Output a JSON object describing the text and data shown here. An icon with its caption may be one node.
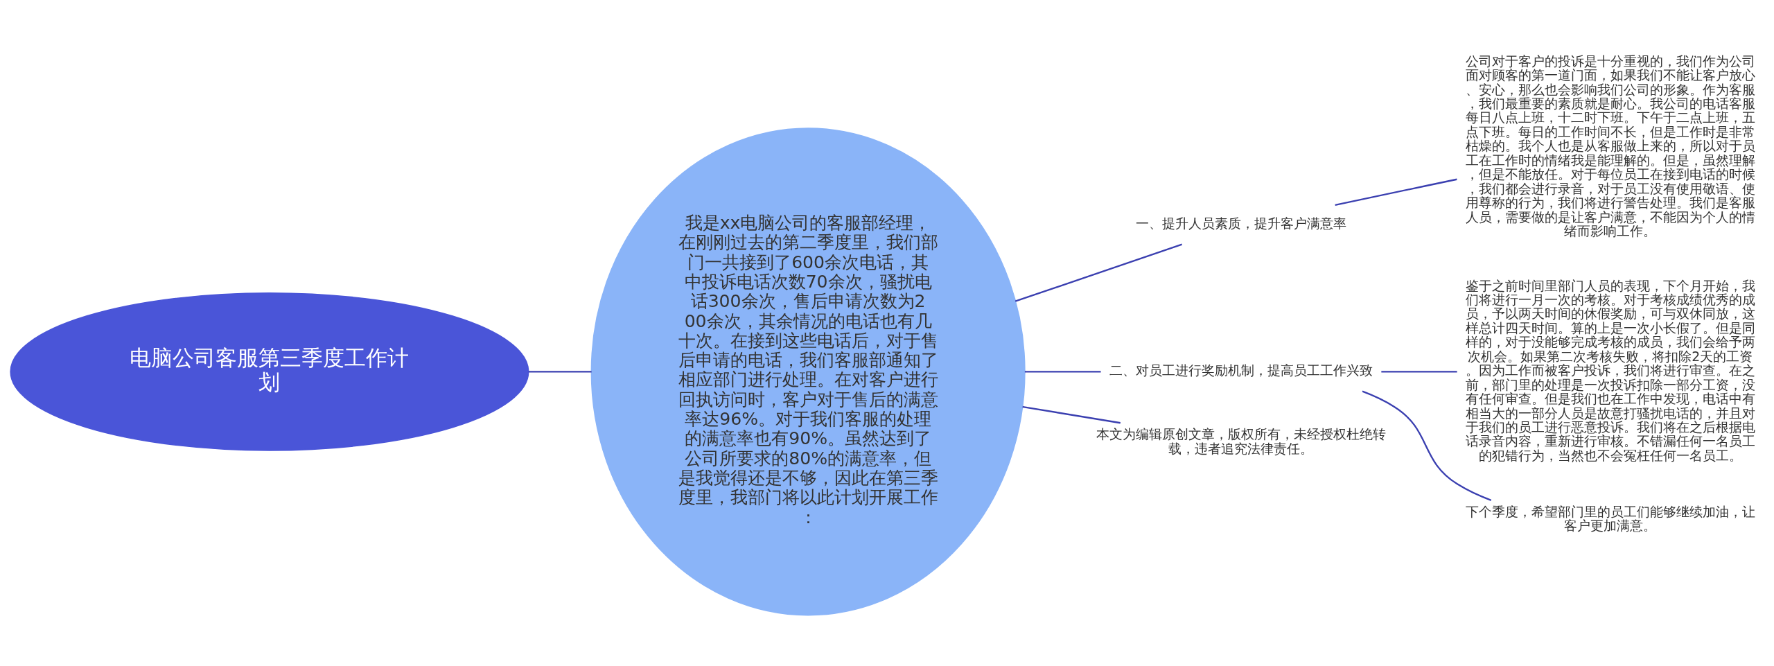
{
  "diagram": {
    "nodes": [
      {
        "text": [
          "电脑公司客服第三季度工作计划"
        ]
      },
      {
        "text": [
          "我是xx电脑公司的客服部经理，在刚刚过去的第二季度里，我们部门一共接到了600余次电话，其中投诉电话次数70余次，骚扰电话300余次，售后申请次数为200余次，其余情况的电话也有几十次。在接到这些电话后，对于售后申请的电话，我们客服部通知了相应部门进行处理。在对客户进行回执访问时，客户对于售后的满意率达96%。对于我们客服的处理的满意率也有90%。虽然达到了公司所要求的80%的满意率，但是我觉得还是不够，因此在第三季度里，我部门将以此计划开展工作："
        ]
      },
      {
        "text": [
          "一、提升人员素质，提升客户满意率"
        ]
      },
      {
        "text": [
          "公司对于客户的投诉是十分重视的，我们作为公司面对顾客的第一道门面，如果我们不能让客户放心、安心，那么也会影响我们公司的形象。作为客服，我们最重要的素质就是耐心。我公司的电话客服每日八点上班，十二时下班。下午于二点上班，五点下班。每日的工作时间不长，但是工作时是非常枯燥的。我个人也是从客服做上来的，所以对于员工在工作时的情绪我是能理解的。但是，虽然理解，但是不能放任。对于每位员工在接到电话的时候，我们都会进行录音，对于员工没有使用敬语、使用尊称的行为，我们将进行警告处理。我们是客服人员，需要做的是让客户满意，不能因为个人的情绪而影响工作。"
        ]
      },
      {
        "text": [
          "二、对员工进行奖励机制，提高员工工作兴致"
        ]
      },
      {
        "text": [
          "鉴于之前时间里部门人员的表现，下个月开始，我们将进行一月一次的考核。对于考核成绩优秀的成员，予以两天时间的休假奖励，可与双休同放，这样总计四天时间。算的上是一次小长假了。但是同样的，对于没能够完成考核的成员，我们会给予两次机会。如果第二次考核失败，将扣除2天的工资。因为工作而被客户投诉，我们将进行审查。在之前，部门里的处理是一次投诉扣除一部分工资，没有任何审查。但是我们也在工作中发现，电话中有相当大的一部分人员是故意打骚扰电话的，并且对于我们的员工进行恶意投诉。我们将在之后根据电话录音内容，重新进行审核。不错漏任何一名员工的犯错行为，当然也不会冤枉任何一名员工。"
        ]
      },
      {
        "text": [
          "下个季度，希望部门里的员工们能够继续加油，让客户更加满意。"
        ]
      },
      {
        "text": [
          "本文为编辑原创文章，版权所有，未经授权杜绝转载，违者追究法律责任。"
        ]
      }
    ],
    "edges": [
      {
        "from": 0,
        "to": 1,
        "arrow": "none"
      },
      {
        "from": 1,
        "to": 2,
        "arrow": "none"
      },
      {
        "from": 1,
        "to": 4,
        "arrow": "none"
      },
      {
        "from": 1,
        "to": 7,
        "arrow": "none"
      },
      {
        "from": 2,
        "to": 3,
        "arrow": "none"
      },
      {
        "from": 4,
        "to": 5,
        "arrow": "none"
      },
      {
        "from": 4,
        "to": 6,
        "arrow": "none"
      }
    ]
  }
}
